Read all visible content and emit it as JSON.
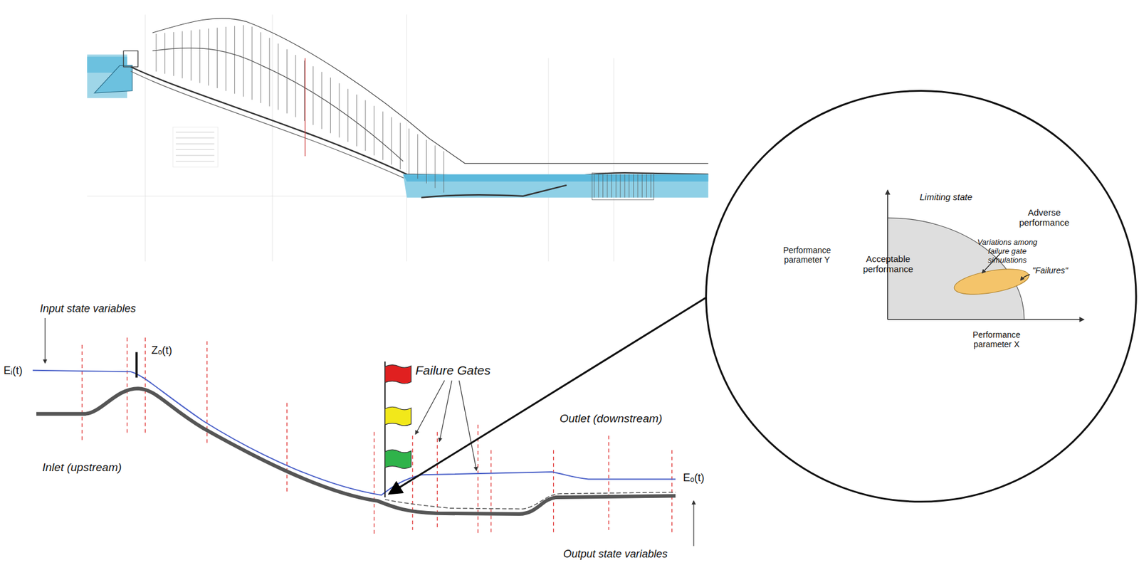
{
  "diagram": {
    "nodes": [
      {
        "text": [
          "Acceptable performance"
        ]
      }
    ],
    "labels": [
      "Input state variables",
      "Eᵢ(t)",
      "Zₒ(t)",
      "Failure Gates",
      "Outlet (downstream)",
      "Inlet (upstream)",
      "Eₒ(t)",
      "Output state variables",
      "Limiting state",
      "Adverse performance",
      "Performance parameter Y",
      "Variations among failure gate simulations",
      "\"Failures\"",
      "Performance parameter X"
    ]
  }
}
